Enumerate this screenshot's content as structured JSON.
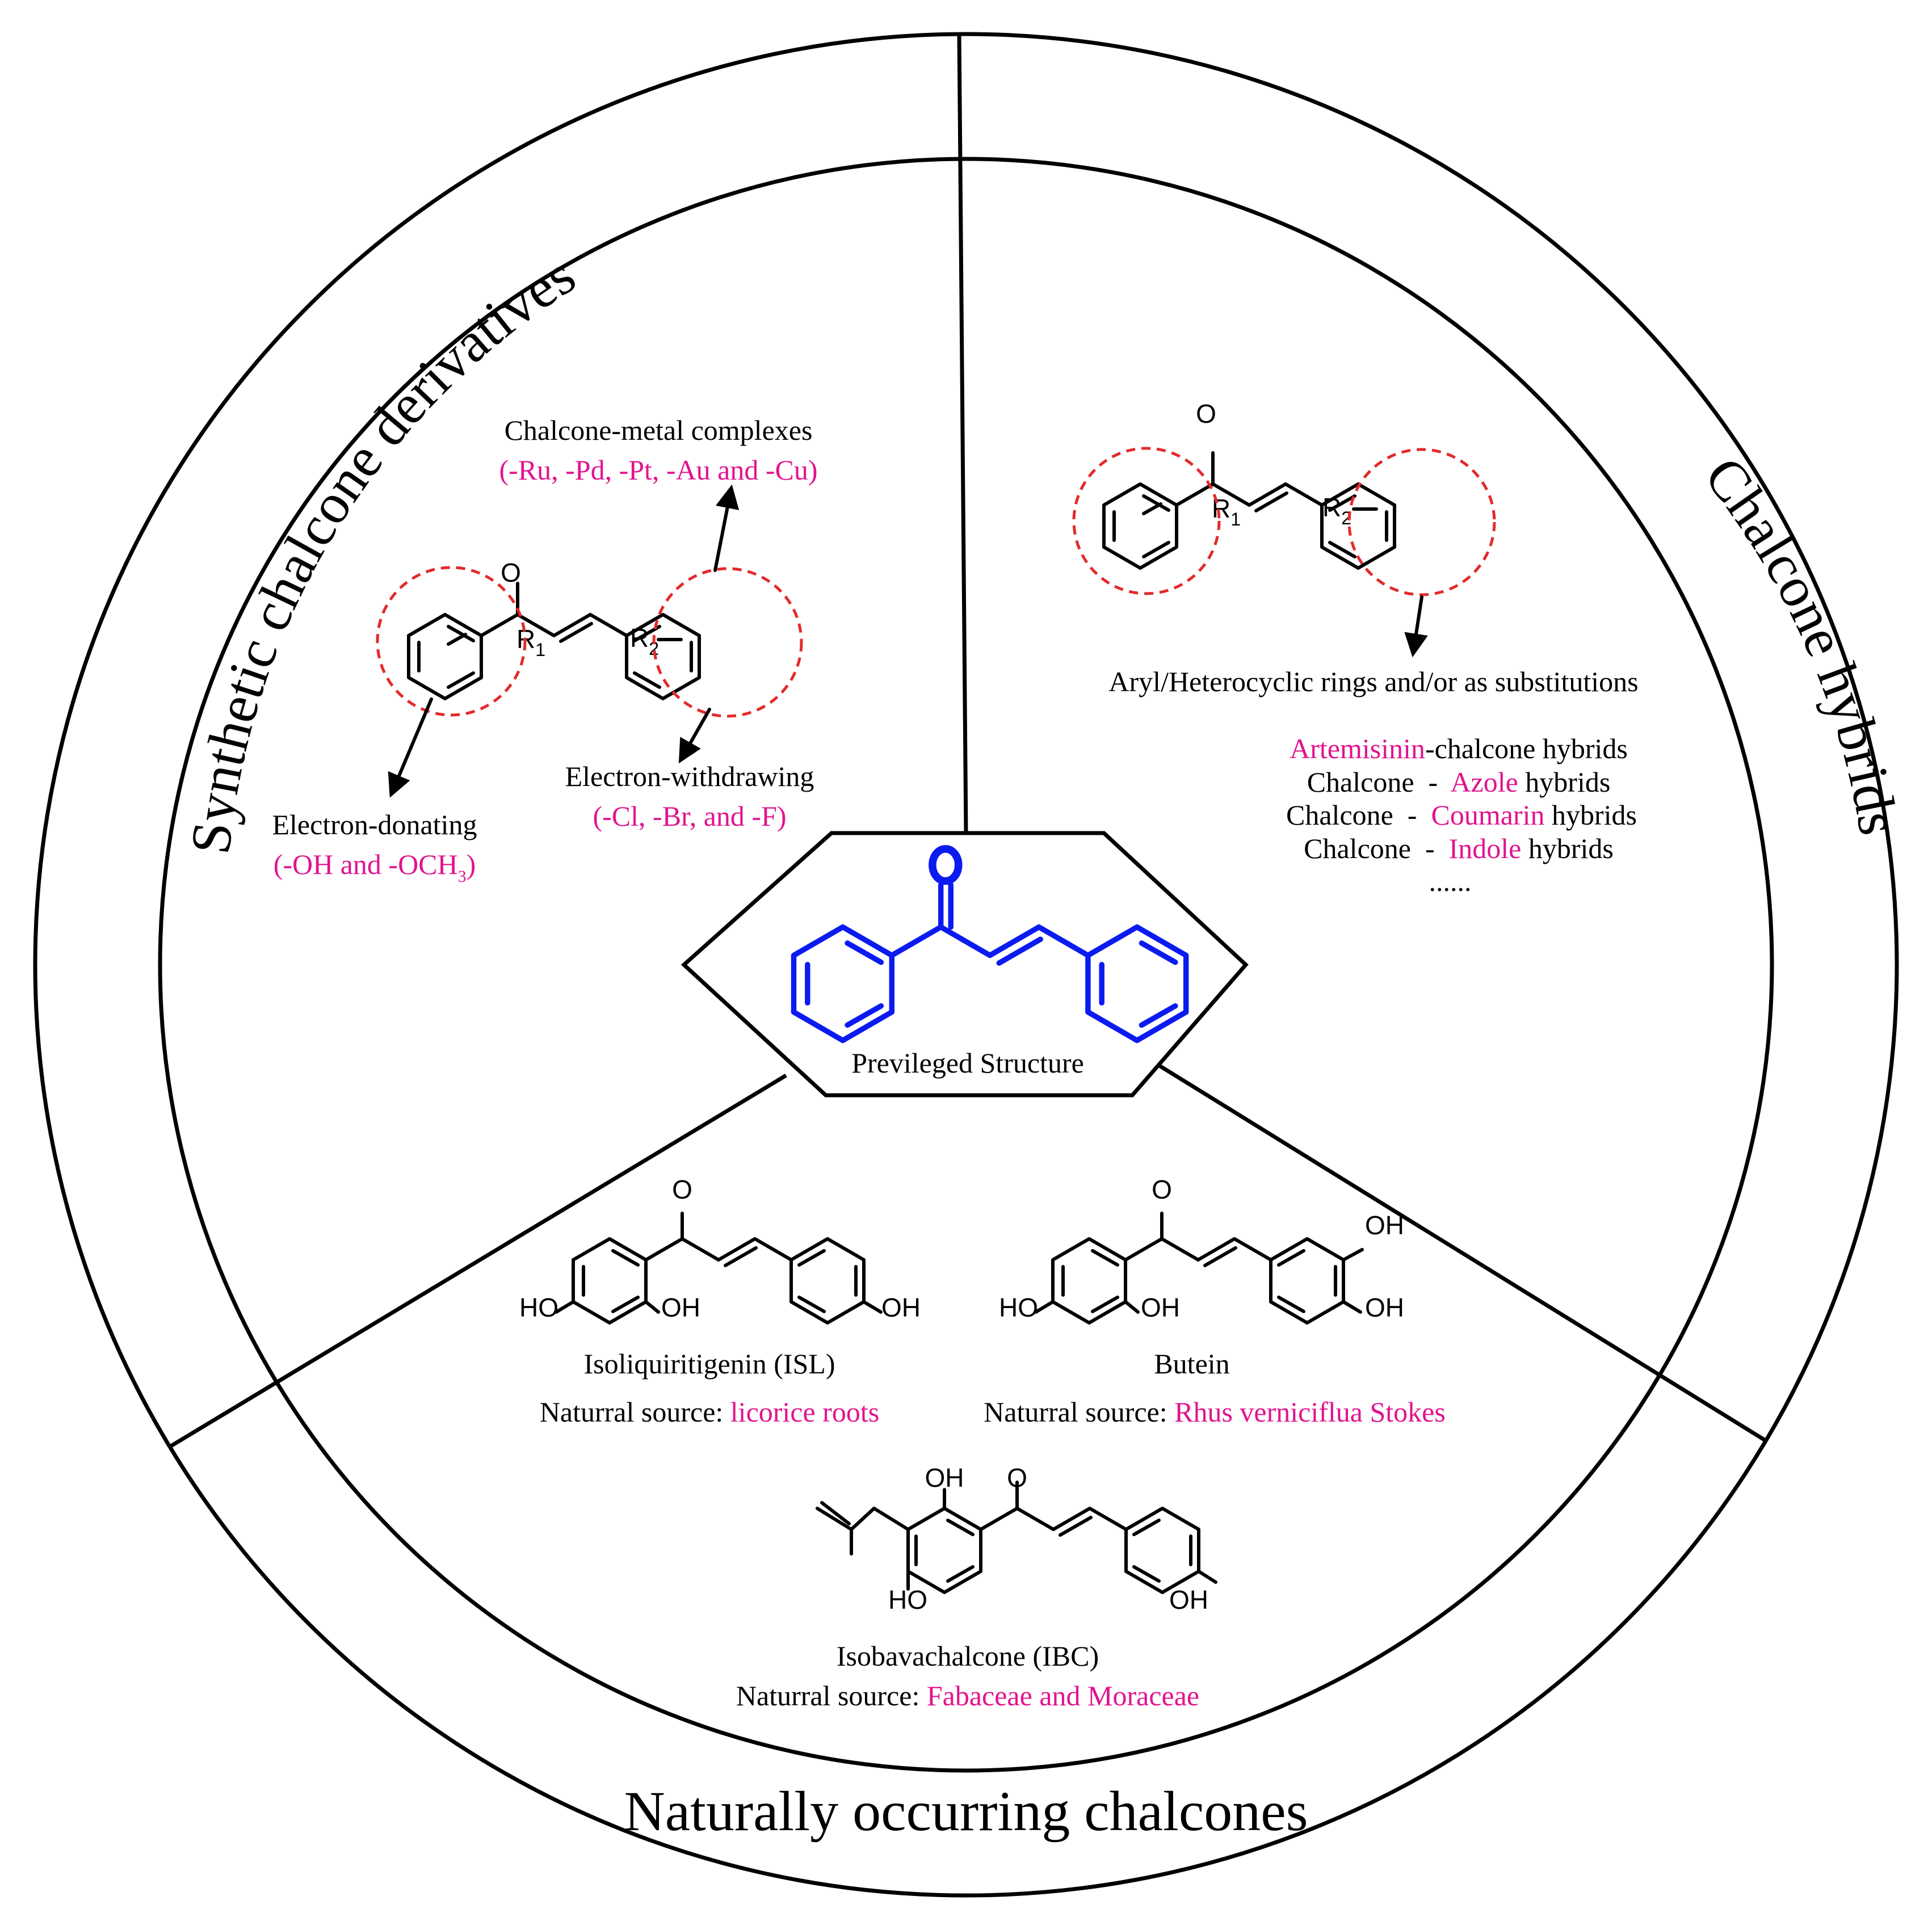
{
  "sections": {
    "synthetic": "Synthetic chalcone derivatives",
    "hybrids": "Chalcone hybrids",
    "natural": "Naturally occurring chalcones"
  },
  "center": {
    "label": "Previleged Structure",
    "color": "#0b1bf0"
  },
  "synthetic": {
    "metal_title": "Chalcone-metal complexes",
    "metal_list": "(-Ru, -Pd, -Pt, -Au and -Cu)",
    "donating_title": "Electron-donating",
    "donating_list_a": "(-OH and -OCH",
    "donating_list_sub": "3",
    "donating_list_b": ")",
    "withdrawing_title": "Electron-withdrawing",
    "withdrawing_list": "(-Cl, -Br, and -F)"
  },
  "hybrids": {
    "rings_text": "Aryl/Heterocyclic rings and/or as substitutions",
    "items": [
      {
        "a": "Artemisinin",
        "b": "-chalcone hybrids"
      },
      {
        "a": "Chalcone  -  ",
        "b": "Azole",
        "c": " hybrids"
      },
      {
        "a": "Chalcone  -  ",
        "b": "Coumarin",
        "c": " hybrids"
      },
      {
        "a": "Chalcone  -  ",
        "b": "Indole",
        "c": " hybrids"
      }
    ],
    "more": "......"
  },
  "natural": {
    "isl_name": "Isoliquiritigenin (ISL)",
    "isl_source_label": "Naturral source: ",
    "isl_source": "licorice roots",
    "butein_name": "Butein",
    "butein_source_label": "Naturral source: ",
    "butein_source": "Rhus verniciflua Stokes",
    "ibc_name": "Isobavachalcone (IBC)",
    "ibc_source_label": "Naturral source: ",
    "ibc_source": "Fabaceae and Moraceae"
  },
  "atoms": {
    "O": "O",
    "OH": "OH",
    "HO": "HO",
    "R": "R",
    "sub1": "1",
    "sub2": "2"
  },
  "colors": {
    "accent_magenta": "#e2138f",
    "dashed_red": "#e32a2a",
    "structure_blue": "#0b1bf0"
  }
}
